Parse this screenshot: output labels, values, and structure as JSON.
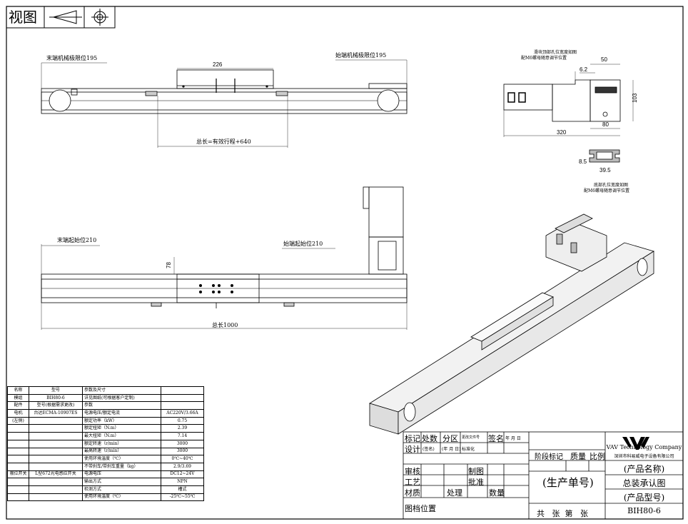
{
  "view_label": "视图",
  "top_view": {
    "left_limit": "末端机械极限位195",
    "right_limit": "始端机械极限位195",
    "slider_length": "226",
    "total_length": "总长=有效行程+640"
  },
  "side_view": {
    "note_line1": "滑块顶部孔位宽度如图",
    "note_line2": "配M6螺母随意调节位置",
    "dim_50": "50",
    "dim_6_2": "6.2",
    "dim_103": "103",
    "dim_80": "80",
    "dim_320": "320"
  },
  "profile_view": {
    "dim_8_5": "8.5",
    "dim_39_5": "39.5",
    "note_line1": "底部孔位宽度如图",
    "note_line2": "配M6螺母随意调节位置"
  },
  "front_view": {
    "left_start": "末端起始位210",
    "right_start": "始端起始位210",
    "height": "78",
    "total_length": "总长1000"
  },
  "spec_table": {
    "rows": [
      [
        "名称",
        "型号",
        "参数及尺寸",
        ""
      ],
      [
        "模组",
        "BIH80-6",
        "详见图纸(可根据客户定制)",
        ""
      ],
      [
        "配件",
        "型号(根据需求更改)",
        "参数",
        ""
      ],
      [
        "电机",
        "台达ECMA-10907ES",
        "电源电压/额定电流",
        "AC220V/3.66A"
      ],
      [
        "(左侧)",
        "",
        "额定功率（kW）",
        "0.75"
      ],
      [
        "",
        "",
        "额定扭矩（N.m）",
        "2.39"
      ],
      [
        "",
        "",
        "最大扭矩（N.m）",
        "7.14"
      ],
      [
        "",
        "",
        "额定转速（r/min）",
        "3000"
      ],
      [
        "",
        "",
        "最高转速（r/min）",
        "3000"
      ],
      [
        "",
        "",
        "使用环境温度（℃）",
        "0℃~40℃"
      ],
      [
        "",
        "",
        "不带刹车/带刹车重量（kg）",
        "2.9/3.69"
      ],
      [
        "限位开关",
        "L型672光电感应开关",
        "电源电压",
        "DC12~24V"
      ],
      [
        "",
        "",
        "输出方式",
        "NPN"
      ],
      [
        "",
        "",
        "检测方式",
        "槽式"
      ],
      [
        "",
        "",
        "使用环境温度（℃）",
        "-25℃~55℃"
      ]
    ]
  },
  "title_block": {
    "biaoji": "标记",
    "chushu": "处数",
    "fenqu": "分区",
    "gengai": "更改文件号",
    "qianming": "签名",
    "nianyueri": "年 月 日",
    "sheji": "设计",
    "qianming_paren": "(签名)",
    "nianyueri2": "(年 月 日)",
    "biaozhunhua": "标准化",
    "shenhe": "审核",
    "zhitu": "制图",
    "gongyi": "工艺",
    "pizhun": "批准",
    "cailiao": "材质",
    "chuli": "处理",
    "shuliang": "数量",
    "tudang": "图档位置",
    "jieduan": "阶段标记",
    "zhiliang": "质量",
    "bili": "比例",
    "production_no": "(生产单号)",
    "sheets": "共   张  第   张",
    "company_en": "VAV Technology Company",
    "company_cn": "深圳市科易威电子设备有限公司",
    "product_name_label": "(产品名称)",
    "product_name": "总装承认图",
    "product_model_label": "(产品型号)",
    "product_model": "BIH80-6",
    "logo_text": "VAV"
  }
}
